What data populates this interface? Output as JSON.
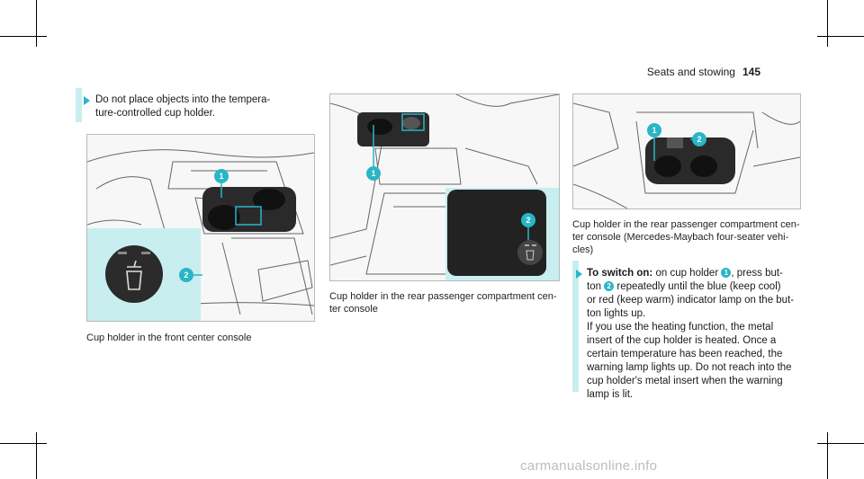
{
  "header": {
    "section": "Seats and stowing",
    "page": "145"
  },
  "note": {
    "text1": "Do not place objects into the tempera-",
    "text2": "ture-controlled cup holder."
  },
  "figures": [
    {
      "caption": "Cup holder in the front center console",
      "callouts": [
        "1",
        "2"
      ]
    },
    {
      "caption1": "Cup holder in the rear passenger compartment cen-",
      "caption2": "ter console",
      "callouts": [
        "1",
        "2"
      ]
    },
    {
      "caption1": "Cup holder in the rear passenger compartment cen-",
      "caption2": "ter console (Mercedes-Maybach four-seater vehi-",
      "caption3": "cles)",
      "callouts": [
        "1",
        "2"
      ]
    }
  ],
  "instruction": {
    "lead": "To switch on:",
    "p1a": " on cup holder ",
    "n1": "1",
    "p1b": ", press but-",
    "p2a": "ton ",
    "n2": "2",
    "p2b": " repeatedly until the blue (keep cool)",
    "l3": "or red (keep warm) indicator lamp on the but-",
    "l4": "ton lights up.",
    "l5": "If you use the heating function, the metal",
    "l6": "insert of the cup holder is heated. Once a",
    "l7": "certain temperature has been reached, the",
    "l8": "warning lamp lights up. Do not reach into the",
    "l9": "cup holder's metal insert when the warning",
    "l10": "lamp is lit."
  },
  "watermark": "carmanualsonline.info",
  "colors": {
    "accent": "#29b6c6",
    "accent_light": "#c8eef0"
  }
}
